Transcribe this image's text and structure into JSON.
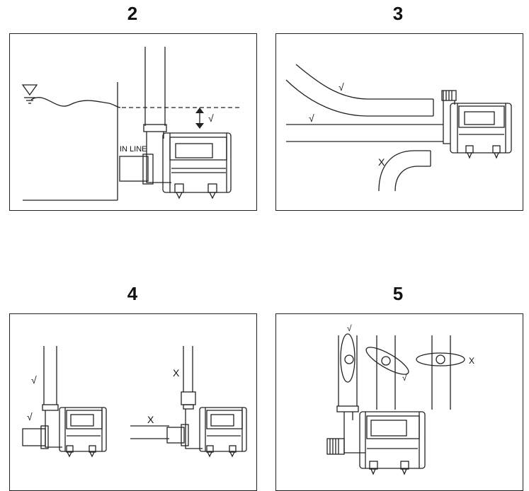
{
  "figure": {
    "panels": [
      {
        "number": "2",
        "labels": {
          "in_line": "IN LINE",
          "check": "√"
        }
      },
      {
        "number": "3",
        "labels": {
          "check_upper": "√",
          "check_lower": "√",
          "cross": "X"
        }
      },
      {
        "number": "4",
        "labels": {
          "check_vertical": "√",
          "check_inlet": "√",
          "cross_vertical": "X",
          "cross_horizontal": "X"
        }
      },
      {
        "number": "5",
        "labels": {
          "check_left": "√",
          "check_mid": "√",
          "cross": "X"
        }
      }
    ]
  }
}
